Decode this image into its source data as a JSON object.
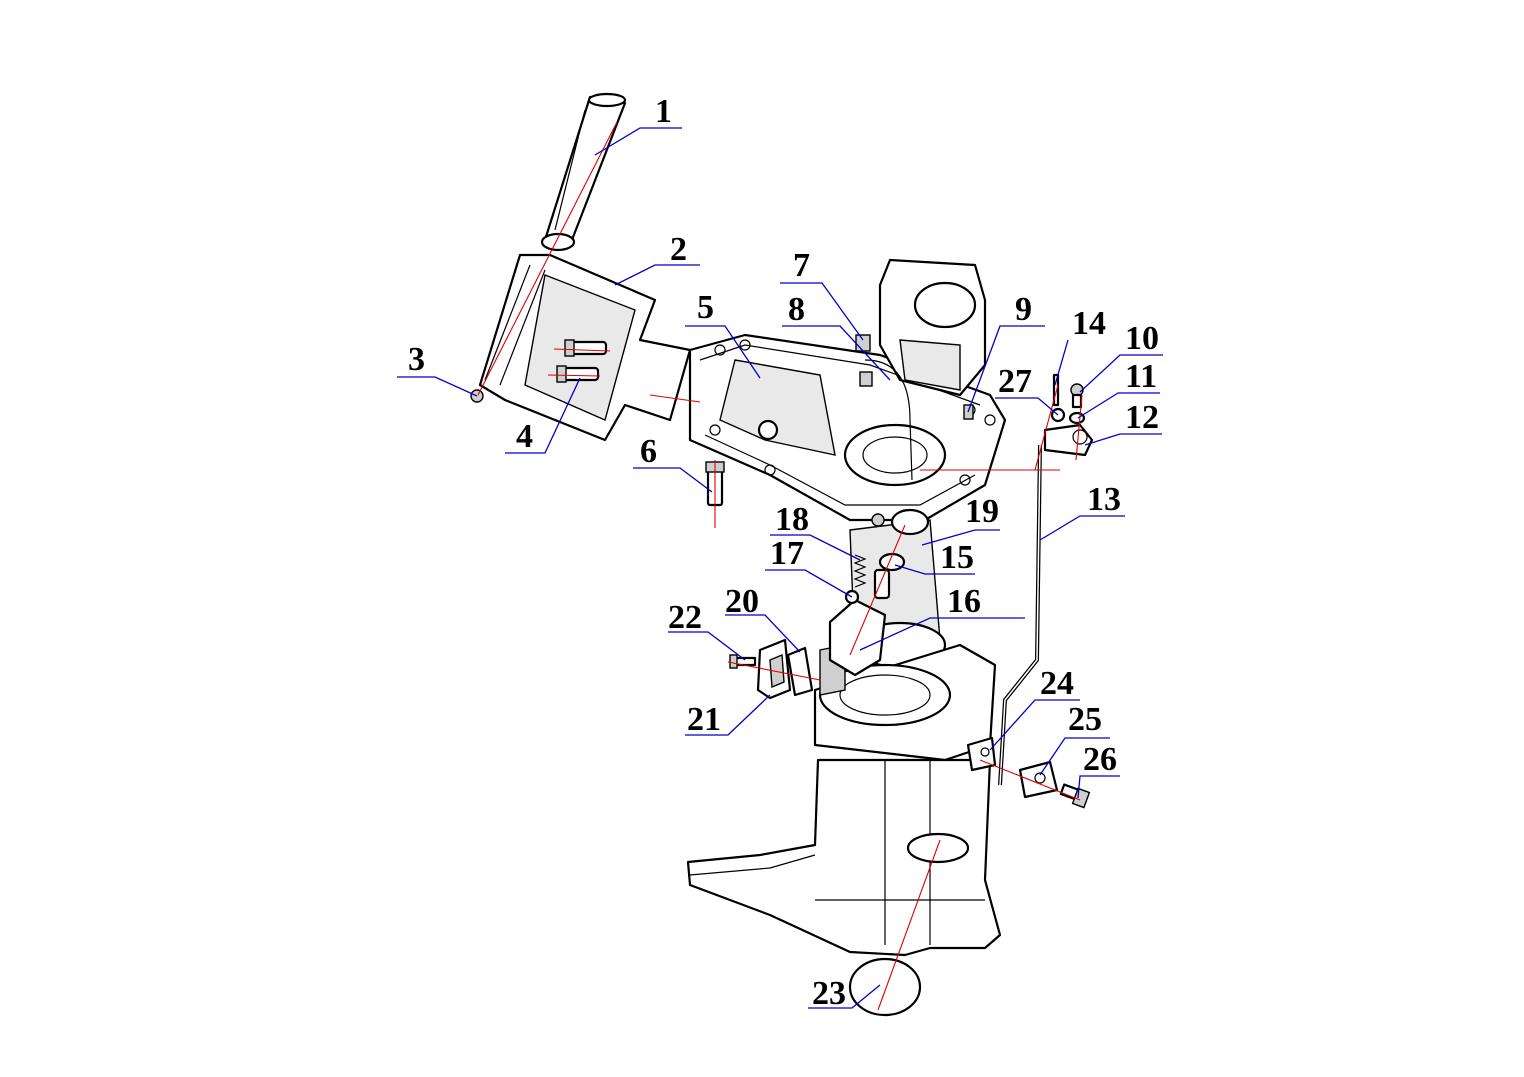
{
  "labels": {
    "p1": "1",
    "p2": "2",
    "p3": "3",
    "p4": "4",
    "p5": "5",
    "p6": "6",
    "p7": "7",
    "p8": "8",
    "p9": "9",
    "p10": "10",
    "p11": "11",
    "p12": "12",
    "p13": "13",
    "p14": "14",
    "p15": "15",
    "p16": "16",
    "p17": "17",
    "p18": "18",
    "p19": "19",
    "p20": "20",
    "p21": "21",
    "p22": "22",
    "p23": "23",
    "p24": "24",
    "p25": "25",
    "p26": "26",
    "p27": "27"
  },
  "colors": {
    "leader": "#0000cc",
    "axis": "#e00000",
    "line": "#000000"
  }
}
